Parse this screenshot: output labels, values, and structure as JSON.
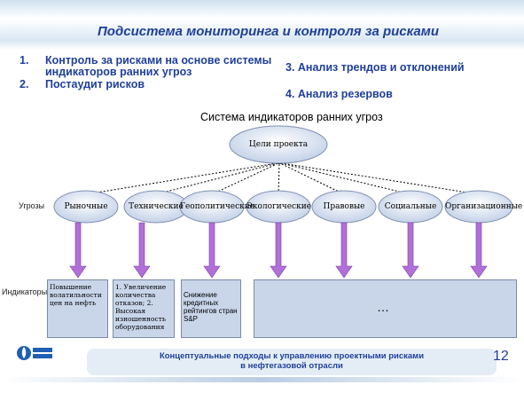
{
  "slide": {
    "title": "Подсистема мониторинга и контроля за рисками",
    "left_list": [
      {
        "num": "1.",
        "text": "Контроль за рисками на основе системы индикаторов ранних угроз"
      },
      {
        "num": "2.",
        "text": "Постаудит рисков"
      }
    ],
    "right_list": [
      "3. Анализ трендов и отклонений",
      "4. Анализ резервов"
    ],
    "page_number": "12"
  },
  "diagram": {
    "title": "Система индикаторов ранних угроз",
    "root": "Цели проекта",
    "row_labels": {
      "threats": "Угрозы",
      "indicators": "Индикаторы"
    },
    "threats": [
      "Рыночные",
      "Технические",
      "Геополитические",
      "Экологические",
      "Правовые",
      "Социальные",
      "Организационные"
    ],
    "indicators": [
      "Повышение волатильности цен на нефть",
      "1. Увеличение количества отказов; 2. Высокая изношенность оборудования",
      "Снижение кредитных рейтингов стран S&P"
    ],
    "more": "…",
    "colors": {
      "node_fill": "#dfe7f3",
      "arrow": "#b070d8",
      "box_fill": "#c9d6ea",
      "title": "#1f3f9a"
    }
  },
  "footer": {
    "line1": "Концептуальные подходы к управлению проектными рисками",
    "line2": "в нефтегазовой отрасли",
    "logo": "gazprom-logo"
  }
}
